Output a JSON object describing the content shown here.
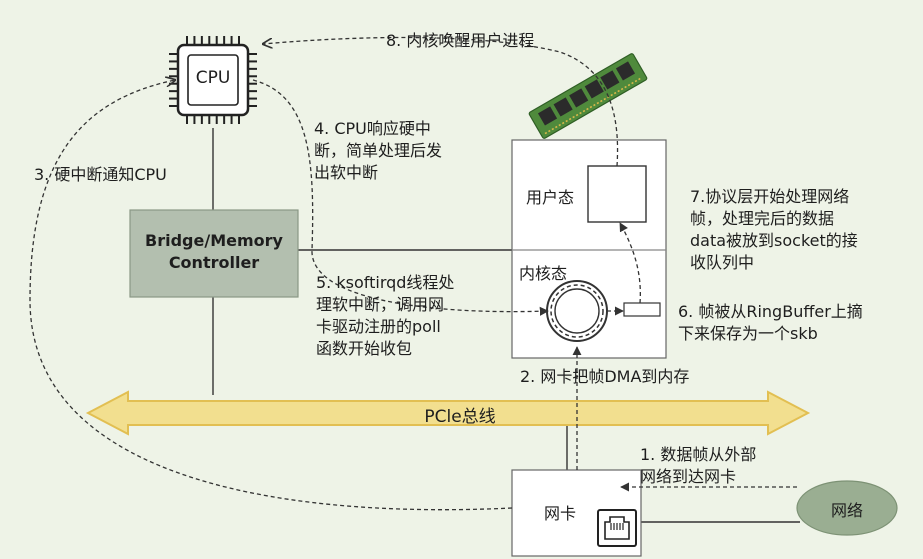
{
  "nodes": {
    "cpu": "CPU",
    "bridge": "Bridge/Memory\nController",
    "user_mode": "用户态",
    "kernel_mode": "内核态",
    "nic": "网卡",
    "network": "网络",
    "bus": "PCle总线"
  },
  "steps": {
    "s1": "1. 数据帧从外部\n网络到达网卡",
    "s2": "2. 网卡把帧DMA到内存",
    "s3": "3. 硬中断通知CPU",
    "s4": "4. CPU响应硬中\n断，简单处理后发\n出软中断",
    "s5": "5. ksoftirqd线程处\n理软中断，调用网\n卡驱动注册的poll\n函数开始收包",
    "s6": "6. 帧被从RingBuffer上摘\n下来保存为一个skb",
    "s7": "7.协议层开始处理网络\n帧，处理完后的数据\ndata被放到socket的接\n收队列中",
    "s8": "8. 内核唤醒用户进程"
  },
  "colors": {
    "background": "#eef3e7",
    "box_fill": "#ffffff",
    "bridge_fill": "#b3bfaf",
    "bus_fill": "#f2df8f",
    "bus_stroke": "#e2bf52",
    "network_fill": "#9aae92",
    "line": "#333333"
  },
  "icons": [
    "cpu-chip-icon",
    "memory-stick-icon",
    "ethernet-port-icon",
    "ring-buffer-icon"
  ]
}
